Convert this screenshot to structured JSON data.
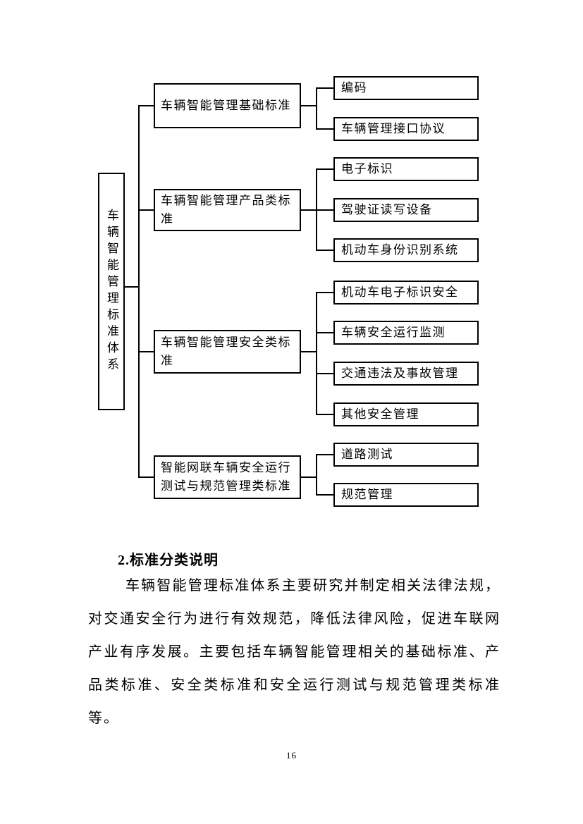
{
  "page": {
    "number": "16"
  },
  "colors": {
    "ink": "#000000",
    "background": "#ffffff"
  },
  "diagram": {
    "root": "车辆智能管理标准体系",
    "groups": [
      {
        "label": "车辆智能管理基础标准",
        "children": [
          "编码",
          "车辆管理接口协议"
        ]
      },
      {
        "label": "车辆智能管理产品类标准",
        "children": [
          "电子标识",
          "驾驶证读写设备",
          "机动车身份识别系统"
        ]
      },
      {
        "label": "车辆智能管理安全类标准",
        "children": [
          "机动车电子标识安全",
          "车辆安全运行监测",
          "交通违法及事故管理",
          "其他安全管理"
        ]
      },
      {
        "label": "智能网联车辆安全运行测试与规范管理类标准",
        "children": [
          "道路测试",
          "规范管理"
        ]
      }
    ]
  },
  "section": {
    "heading": "2.标准分类说明",
    "paragraph_lines": [
      "车辆智能管理标准体系主要研究并制定相关法律法规，",
      "对交通安全行为进行有效规范，降低法律风险，促进车联网",
      "产业有序发展。主要包括车辆智能管理相关的基础标准、产",
      "品类标准、安全类标准和安全运行测试与规范管理类标准",
      "等。"
    ]
  }
}
